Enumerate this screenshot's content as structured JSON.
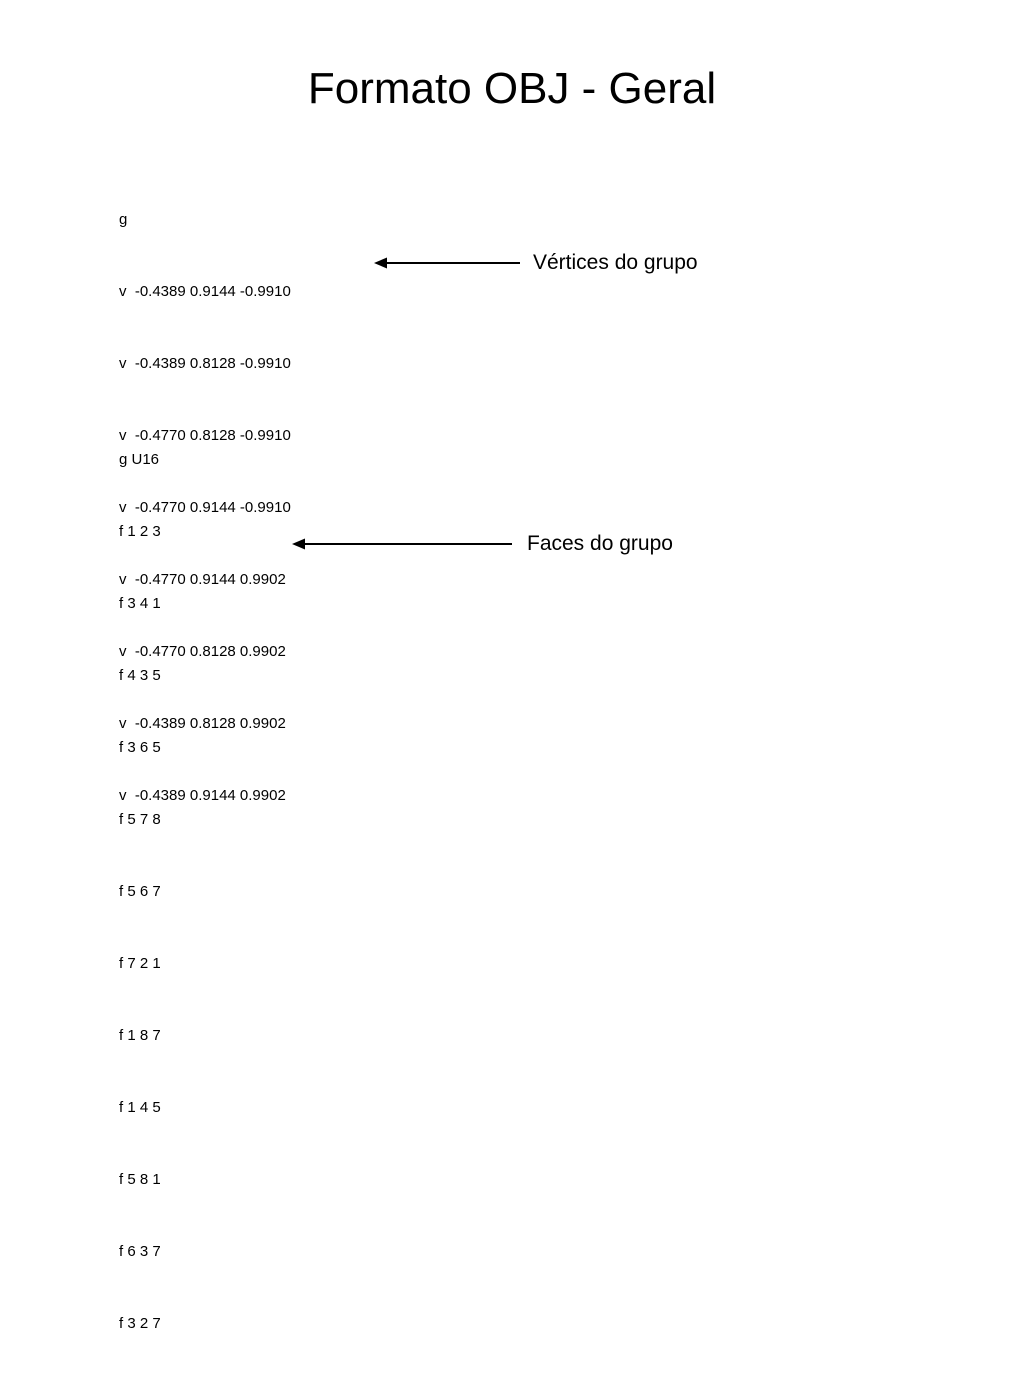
{
  "slide": {
    "title": "Formato OBJ - Geral",
    "background_color": "#ffffff",
    "text_color": "#000000"
  },
  "vertices_block": {
    "lines": [
      "g",
      "v  -0.4389 0.9144 -0.9910",
      "v  -0.4389 0.8128 -0.9910",
      "v  -0.4770 0.8128 -0.9910",
      "v  -0.4770 0.9144 -0.9910",
      "v  -0.4770 0.9144 0.9902",
      "v  -0.4770 0.8128 0.9902",
      "v  -0.4389 0.8128 0.9902",
      "v  -0.4389 0.9144 0.9902"
    ]
  },
  "faces_block": {
    "lines": [
      "g U16",
      "f 1 2 3",
      "f 3 4 1",
      "f 4 3 5",
      "f 3 6 5",
      "f 5 7 8",
      "f 5 6 7",
      "f 7 2 1",
      "f 1 8 7",
      "f 1 4 5",
      "f 5 8 1",
      "f 6 3 7",
      "f 3 2 7"
    ]
  },
  "annotations": [
    {
      "id": "vertices",
      "label": "Vértices do grupo",
      "arrow_direction": "left",
      "arrow_length": 146
    },
    {
      "id": "faces",
      "label": "Faces do grupo",
      "arrow_direction": "left",
      "arrow_length": 220
    }
  ]
}
